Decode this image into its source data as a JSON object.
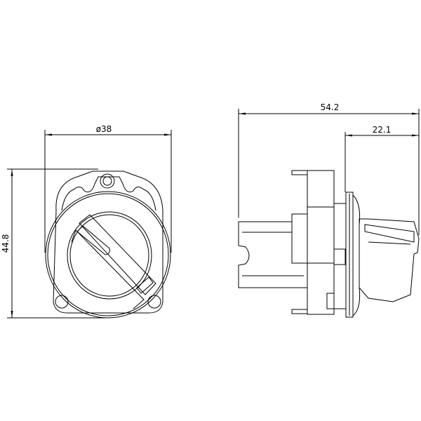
{
  "dimensions": {
    "front_diameter": "ø38",
    "front_height": "44.8",
    "side_total_length": "54.2",
    "side_front_length": "22.1"
  }
}
